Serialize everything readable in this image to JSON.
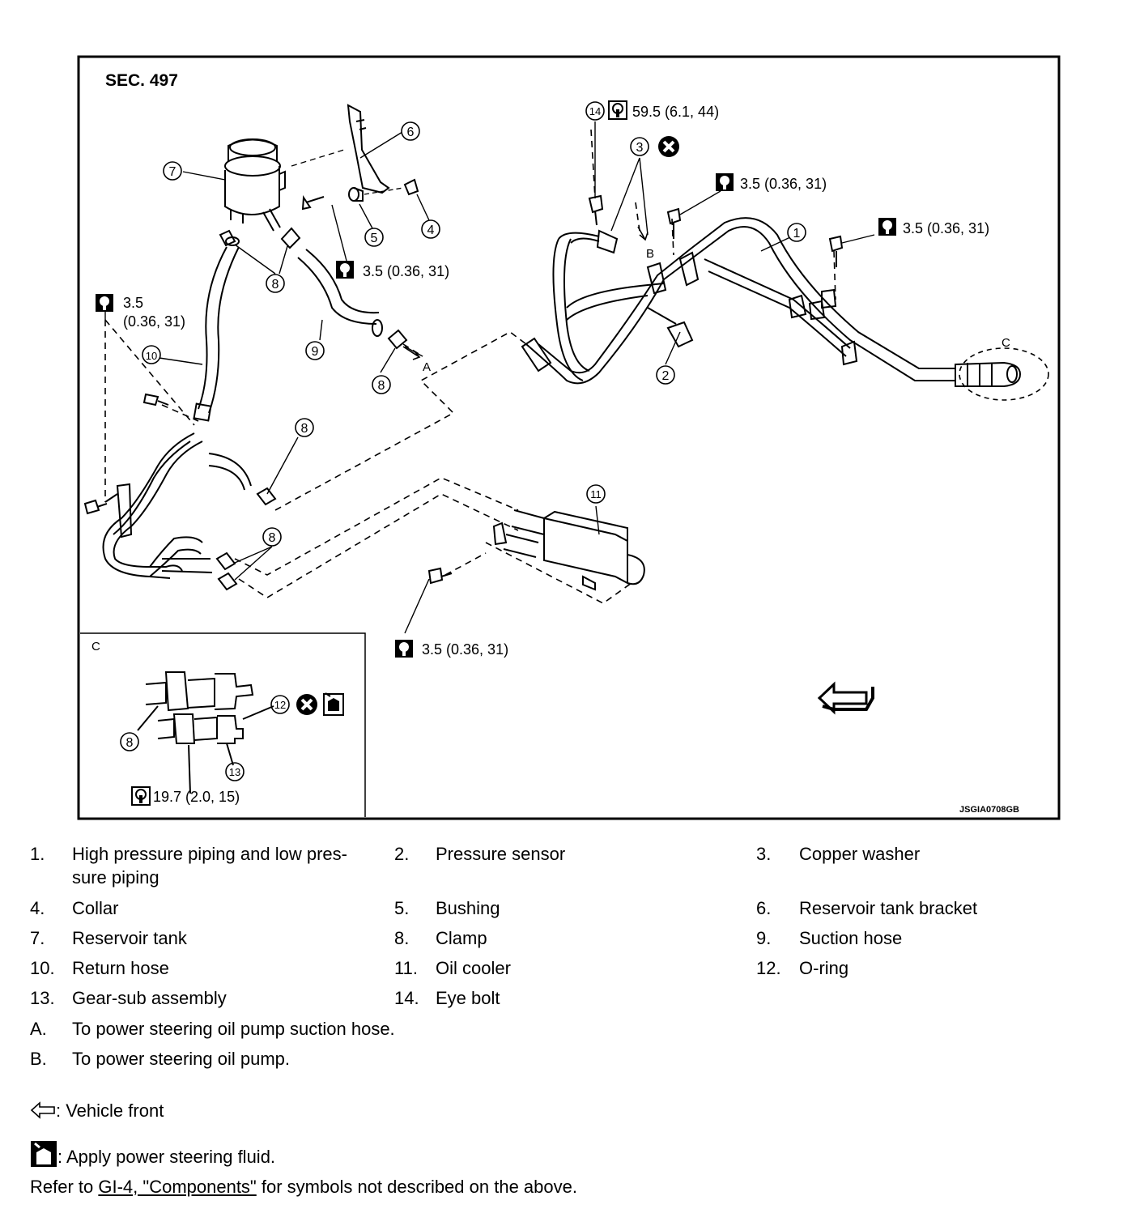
{
  "diagram": {
    "section": "SEC. 497",
    "code": "JSGIA0708GB",
    "torques": {
      "eye_bolt": "59.5 (6.1, 44)",
      "bolt_a": "3.5 (0.36, 31)",
      "bolt_b": "3.5 (0.36, 31)",
      "bolt_c": "3.5 (0.36, 31)",
      "bolt_d_line1": "3.5",
      "bolt_d_line2": "(0.36, 31)",
      "bolt_e": "3.5 (0.36, 31)",
      "gear_sub": "19.7 (2.0, 15)"
    },
    "letters": {
      "a": "A",
      "b": "B",
      "c": "C",
      "inset": "C"
    },
    "callouts": [
      "1",
      "2",
      "3",
      "4",
      "5",
      "6",
      "7",
      "8",
      "9",
      "10",
      "11",
      "12",
      "13",
      "14"
    ]
  },
  "legend": {
    "items": [
      {
        "num": "1.",
        "label": "High pressure piping and low pres-",
        "label2": "sure piping"
      },
      {
        "num": "2.",
        "label": "Pressure sensor"
      },
      {
        "num": "3.",
        "label": "Copper washer"
      },
      {
        "num": "4.",
        "label": "Collar"
      },
      {
        "num": "5.",
        "label": "Bushing"
      },
      {
        "num": "6.",
        "label": "Reservoir tank bracket"
      },
      {
        "num": "7.",
        "label": "Reservoir tank"
      },
      {
        "num": "8.",
        "label": "Clamp"
      },
      {
        "num": "9.",
        "label": "Suction hose"
      },
      {
        "num": "10.",
        "label": "Return hose"
      },
      {
        "num": "11.",
        "label": "Oil cooler"
      },
      {
        "num": "12.",
        "label": "O-ring"
      },
      {
        "num": "13.",
        "label": "Gear-sub assembly"
      },
      {
        "num": "14.",
        "label": "Eye bolt"
      },
      {
        "num": "A.",
        "label": "To power steering oil pump suction hose."
      },
      {
        "num": "B.",
        "label": "To power steering oil pump."
      }
    ],
    "vehicle_front": ": Vehicle front",
    "apply_fluid": ": Apply power steering fluid.",
    "refer_prefix": "Refer to ",
    "refer_link": "GI-4, \"Components\"",
    "refer_suffix": " for symbols not described on the above."
  }
}
